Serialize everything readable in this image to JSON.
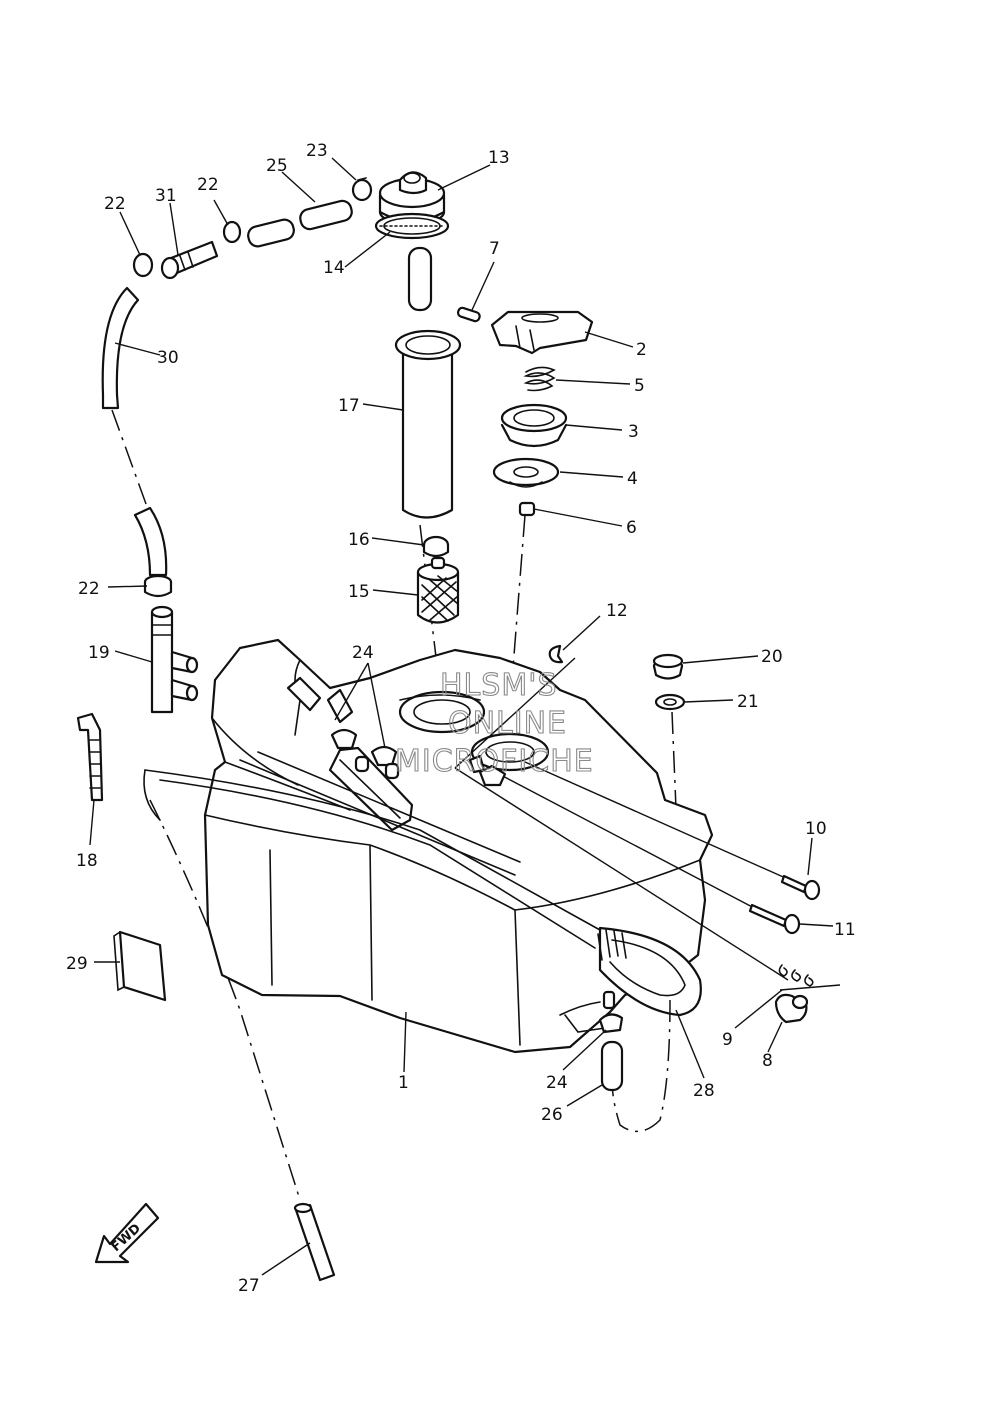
{
  "callouts": [
    {
      "id": "c13",
      "text": "13"
    },
    {
      "id": "c23",
      "text": "23"
    },
    {
      "id": "c25",
      "text": "25"
    },
    {
      "id": "c22a",
      "text": "22"
    },
    {
      "id": "c31",
      "text": "31"
    },
    {
      "id": "c22b",
      "text": "22"
    },
    {
      "id": "c14",
      "text": "14"
    },
    {
      "id": "c7",
      "text": "7"
    },
    {
      "id": "c2",
      "text": "2"
    },
    {
      "id": "c30",
      "text": "30"
    },
    {
      "id": "c5",
      "text": "5"
    },
    {
      "id": "c17",
      "text": "17"
    },
    {
      "id": "c3",
      "text": "3"
    },
    {
      "id": "c4",
      "text": "4"
    },
    {
      "id": "c6",
      "text": "6"
    },
    {
      "id": "c16",
      "text": "16"
    },
    {
      "id": "c22c",
      "text": "22"
    },
    {
      "id": "c15",
      "text": "15"
    },
    {
      "id": "c12",
      "text": "12"
    },
    {
      "id": "c19",
      "text": "19"
    },
    {
      "id": "c24a",
      "text": "24"
    },
    {
      "id": "c20",
      "text": "20"
    },
    {
      "id": "c21",
      "text": "21"
    },
    {
      "id": "c10",
      "text": "10"
    },
    {
      "id": "c18",
      "text": "18"
    },
    {
      "id": "c11",
      "text": "11"
    },
    {
      "id": "c29",
      "text": "29"
    },
    {
      "id": "c9",
      "text": "9"
    },
    {
      "id": "c8",
      "text": "8"
    },
    {
      "id": "c1",
      "text": "1"
    },
    {
      "id": "c24b",
      "text": "24"
    },
    {
      "id": "c28",
      "text": "28"
    },
    {
      "id": "c26",
      "text": "26"
    },
    {
      "id": "c27",
      "text": "27"
    }
  ],
  "watermark": [
    "HLSM'S",
    "ONLINE",
    "MICROFICHE"
  ],
  "direction_marker": "FWD",
  "colors": {
    "ink": "#111111",
    "watermark": "#8a8a8a",
    "paper": "#ffffff"
  }
}
